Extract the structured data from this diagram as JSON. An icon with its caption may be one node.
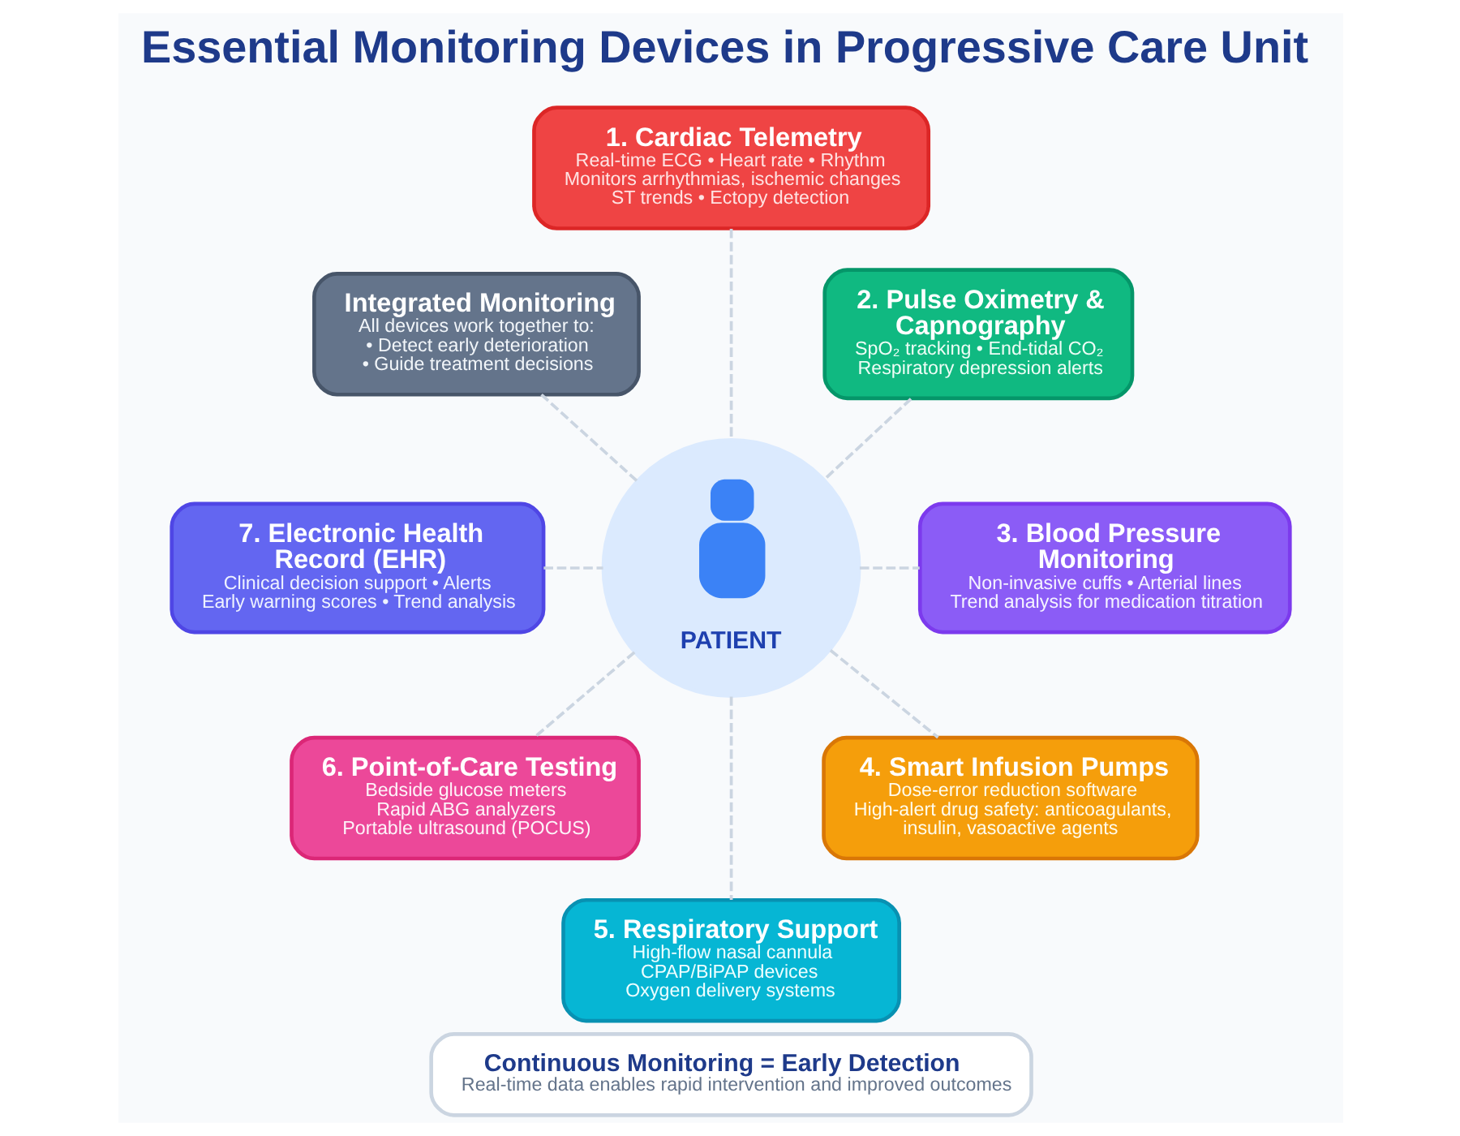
{
  "diagram": {
    "title": "Essential Monitoring Devices in Progressive Care Unit",
    "nodes": [
      {
        "text": [
          "1. Cardiac Telemetry",
          "Real-time ECG • Heart rate • Rhythm",
          "Monitors arrhythmias, ischemic changes",
          "ST trends • Ectopy detection"
        ]
      },
      {
        "text": [
          "Integrated Monitoring",
          "All devices work together to:",
          "• Detect early deterioration",
          "• Guide treatment decisions"
        ]
      },
      {
        "text": [
          "2. Pulse Oximetry & Capnography",
          "SpO₂ tracking • End-tidal CO₂",
          "Respiratory depression alerts"
        ]
      },
      {
        "text": [
          "7. Electronic Health Record (EHR)",
          "Clinical decision support • Alerts",
          "Early warning scores • Trend analysis"
        ]
      },
      {
        "text": [
          "PATIENT"
        ]
      },
      {
        "text": [
          "3. Blood Pressure Monitoring",
          "Non-invasive cuffs • Arterial lines",
          "Trend analysis for medication titration"
        ]
      },
      {
        "text": [
          "6. Point-of-Care Testing",
          "Bedside glucose meters",
          "Rapid ABG analyzers",
          "Portable ultrasound (POCUS)"
        ]
      },
      {
        "text": [
          "4. Smart Infusion Pumps",
          "Dose-error reduction software",
          "High-alert drug safety: anticoagulants, insulin, vasoactive agents"
        ]
      },
      {
        "text": [
          "5. Respiratory Support",
          "High-flow nasal cannula",
          "CPAP/BiPAP devices",
          "Oxygen delivery systems"
        ]
      },
      {
        "text": [
          "Continuous Monitoring = Early Detection",
          "Real-time data enables rapid intervention and improved outcomes"
        ]
      }
    ],
    "edges": [
      {
        "from": 0,
        "to": 4,
        "arrow": "none",
        "style": "dashed"
      },
      {
        "from": 1,
        "to": 4,
        "arrow": "none",
        "style": "dashed"
      },
      {
        "from": 2,
        "to": 4,
        "arrow": "none",
        "style": "dashed"
      },
      {
        "from": 3,
        "to": 4,
        "arrow": "none",
        "style": "dashed"
      },
      {
        "from": 4,
        "to": 5,
        "arrow": "none",
        "style": "dashed"
      },
      {
        "from": 4,
        "to": 6,
        "arrow": "none",
        "style": "dashed"
      },
      {
        "from": 4,
        "to": 8,
        "arrow": "none",
        "style": "dashed"
      },
      {
        "from": 4,
        "to": 7,
        "arrow": "none",
        "style": "dashed"
      }
    ]
  }
}
